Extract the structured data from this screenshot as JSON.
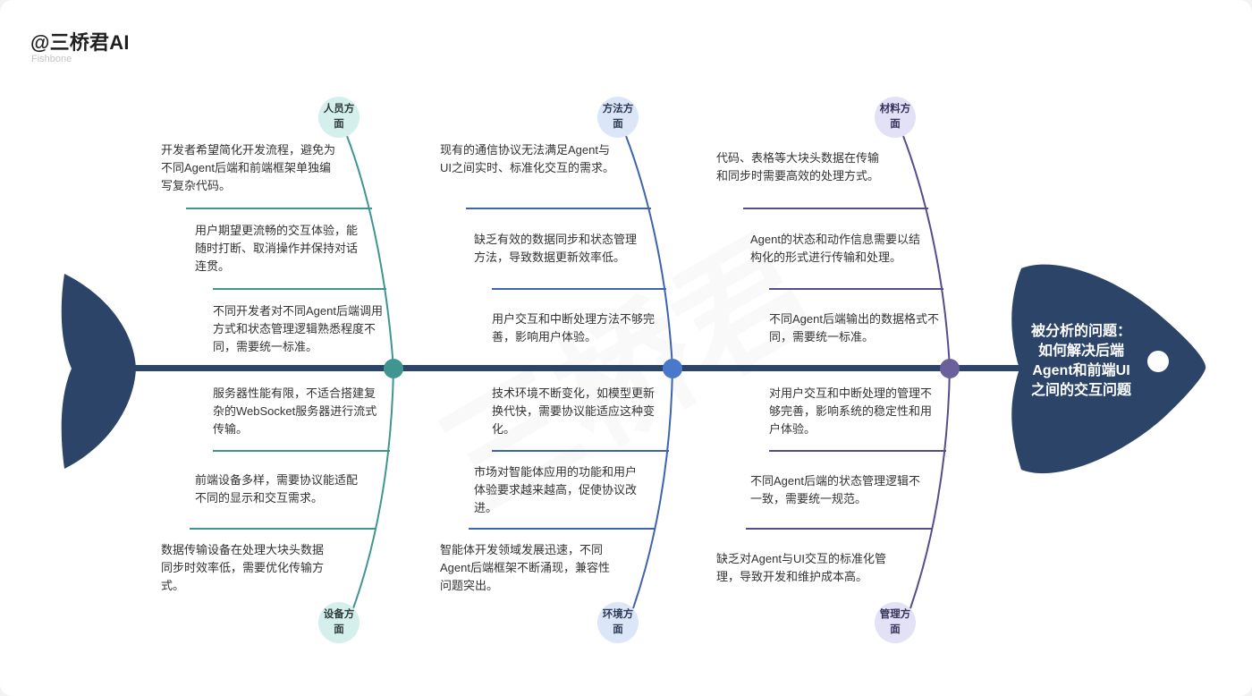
{
  "header": {
    "brand": "@三桥君AI",
    "subtitle": "Fishbone"
  },
  "watermark": "三桥君",
  "colors": {
    "spine": "#2b4468",
    "head": "#2b4468",
    "people": "#3f9691",
    "people_bg": "#d4efec",
    "method": "#3e64ad",
    "method_bg": "#dbe6f8",
    "material": "#574d8b",
    "material_bg": "#e2e1f6"
  },
  "problem": {
    "label": "被分析的问题：",
    "text_lines": [
      "如何解决后端",
      "Agent和前端UI",
      "之间的交互问题"
    ]
  },
  "categories": {
    "people": {
      "label": "人员方面",
      "causes": [
        "开发者希望简化开发流程，避免为不同Agent后端和前端框架单独编写复杂代码。",
        "用户期望更流畅的交互体验，能随时打断、取消操作并保持对话连贯。",
        "不同开发者对不同Agent后端调用方式和状态管理逻辑熟悉程度不同，需要统一标准。"
      ]
    },
    "equipment": {
      "label": "设备方面",
      "causes": [
        "服务器性能有限，不适合搭建复杂的WebSocket服务器进行流式传输。",
        "前端设备多样，需要协议能适配不同的显示和交互需求。",
        "数据传输设备在处理大块头数据同步时效率低，需要优化传输方式。"
      ]
    },
    "method": {
      "label": "方法方面",
      "causes": [
        "现有的通信协议无法满足Agent与UI之间实时、标准化交互的需求。",
        "缺乏有效的数据同步和状态管理方法，导致数据更新效率低。",
        "用户交互和中断处理方法不够完善，影响用户体验。"
      ]
    },
    "environment": {
      "label": "环境方面",
      "causes": [
        "技术环境不断变化，如模型更新换代快，需要协议能适应这种变化。",
        "市场对智能体应用的功能和用户体验要求越来越高，促使协议改进。",
        "智能体开发领域发展迅速，不同Agent后端框架不断涌现，兼容性问题突出。"
      ]
    },
    "material": {
      "label": "材料方面",
      "causes": [
        "代码、表格等大块头数据在传输和同步时需要高效的处理方式。",
        "Agent的状态和动作信息需要以结构化的形式进行传输和处理。",
        "不同Agent后端输出的数据格式不同，需要统一标准。"
      ]
    },
    "management": {
      "label": "管理方面",
      "causes": [
        "对用户交互和中断处理的管理不够完善，影响系统的稳定性和用户体验。",
        "不同Agent后端的状态管理逻辑不一致，需要统一规范。",
        "缺乏对Agent与UI交互的标准化管理，导致开发和维护成本高。"
      ]
    }
  }
}
